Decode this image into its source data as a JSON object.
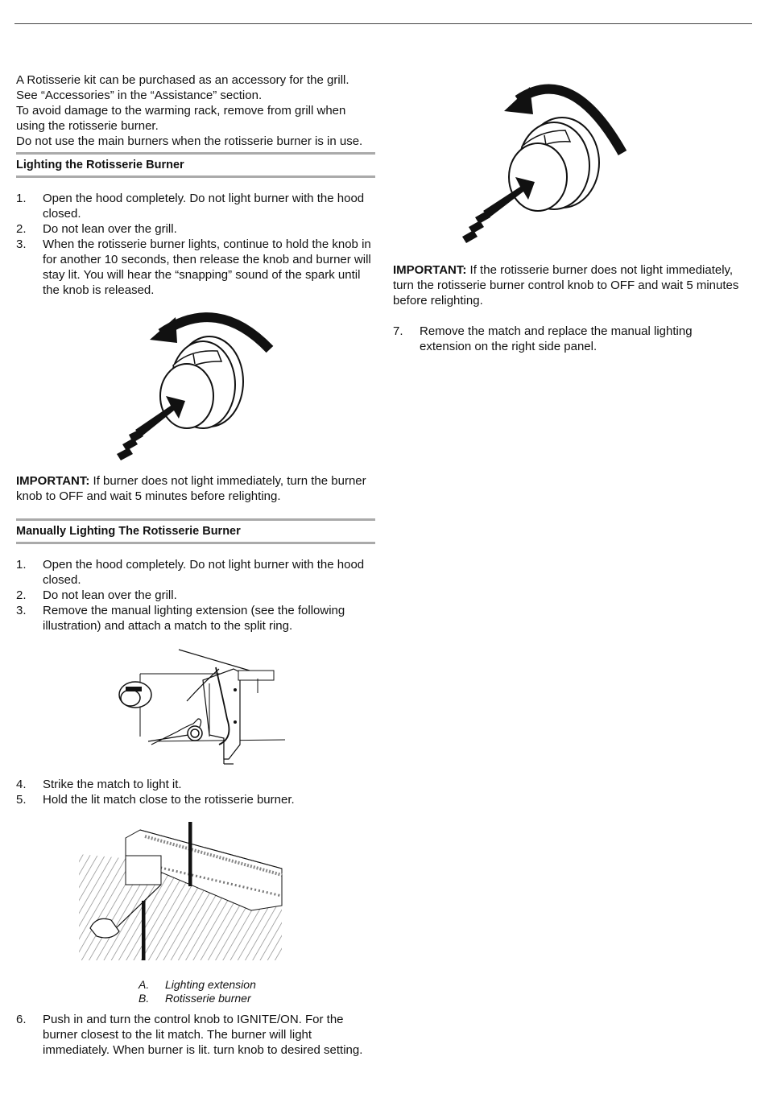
{
  "intro": [
    "A Rotisserie kit can be purchased as an accessory for the grill.",
    "See “Accessories” in the “Assistance” section.",
    "To avoid damage to the warming rack, remove from grill when using the rotisserie burner.",
    "Do not use the main burners when the rotisserie burner is in use."
  ],
  "section1": {
    "title": "Lighting the Rotisserie Burner",
    "steps": [
      {
        "num": "1.",
        "text": "Open the hood completely. Do not light burner with the hood closed."
      },
      {
        "num": "2.",
        "text": "Do not lean over the grill."
      },
      {
        "num": "3.",
        "text": "When the rotisserie burner lights, continue to hold the knob in for another 10 seconds, then release the knob and burner will stay lit. You will hear the “snapping” sound of the spark until the knob is released."
      }
    ],
    "important_label": "IMPORTANT:",
    "important_text": " If burner does not light immediately, turn the burner knob to OFF and wait 5 minutes before relighting."
  },
  "section2": {
    "title": "Manually Lighting The Rotisserie Burner",
    "steps_a": [
      {
        "num": "1.",
        "text": "Open the hood completely. Do not light burner with the hood closed."
      },
      {
        "num": "2.",
        "text": "Do not lean over the grill."
      },
      {
        "num": "3.",
        "text": "Remove the manual lighting extension (see the following illustration) and attach a match to the split ring."
      }
    ],
    "steps_b": [
      {
        "num": "4.",
        "text": "Strike the match to light it."
      },
      {
        "num": "5.",
        "text": "Hold the lit match close to the rotisserie burner."
      }
    ],
    "captions": [
      {
        "letter": "A.",
        "text": "Lighting extension"
      },
      {
        "letter": "B.",
        "text": "Rotisserie burner"
      }
    ],
    "steps_c": [
      {
        "num": "6.",
        "text": "Push in and turn the control knob to IGNITE/ON. For the burner closest to the lit match. The burner will light immediately. When burner is lit. turn knob to desired setting."
      }
    ]
  },
  "right": {
    "important_label": "IMPORTANT:",
    "important_text": " If the rotisserie burner does not light immediately, turn the rotisserie burner control knob to OFF and wait 5 minutes before relighting.",
    "steps": [
      {
        "num": "7.",
        "text": "Remove the match and replace the manual lighting extension on the right side panel."
      }
    ]
  }
}
